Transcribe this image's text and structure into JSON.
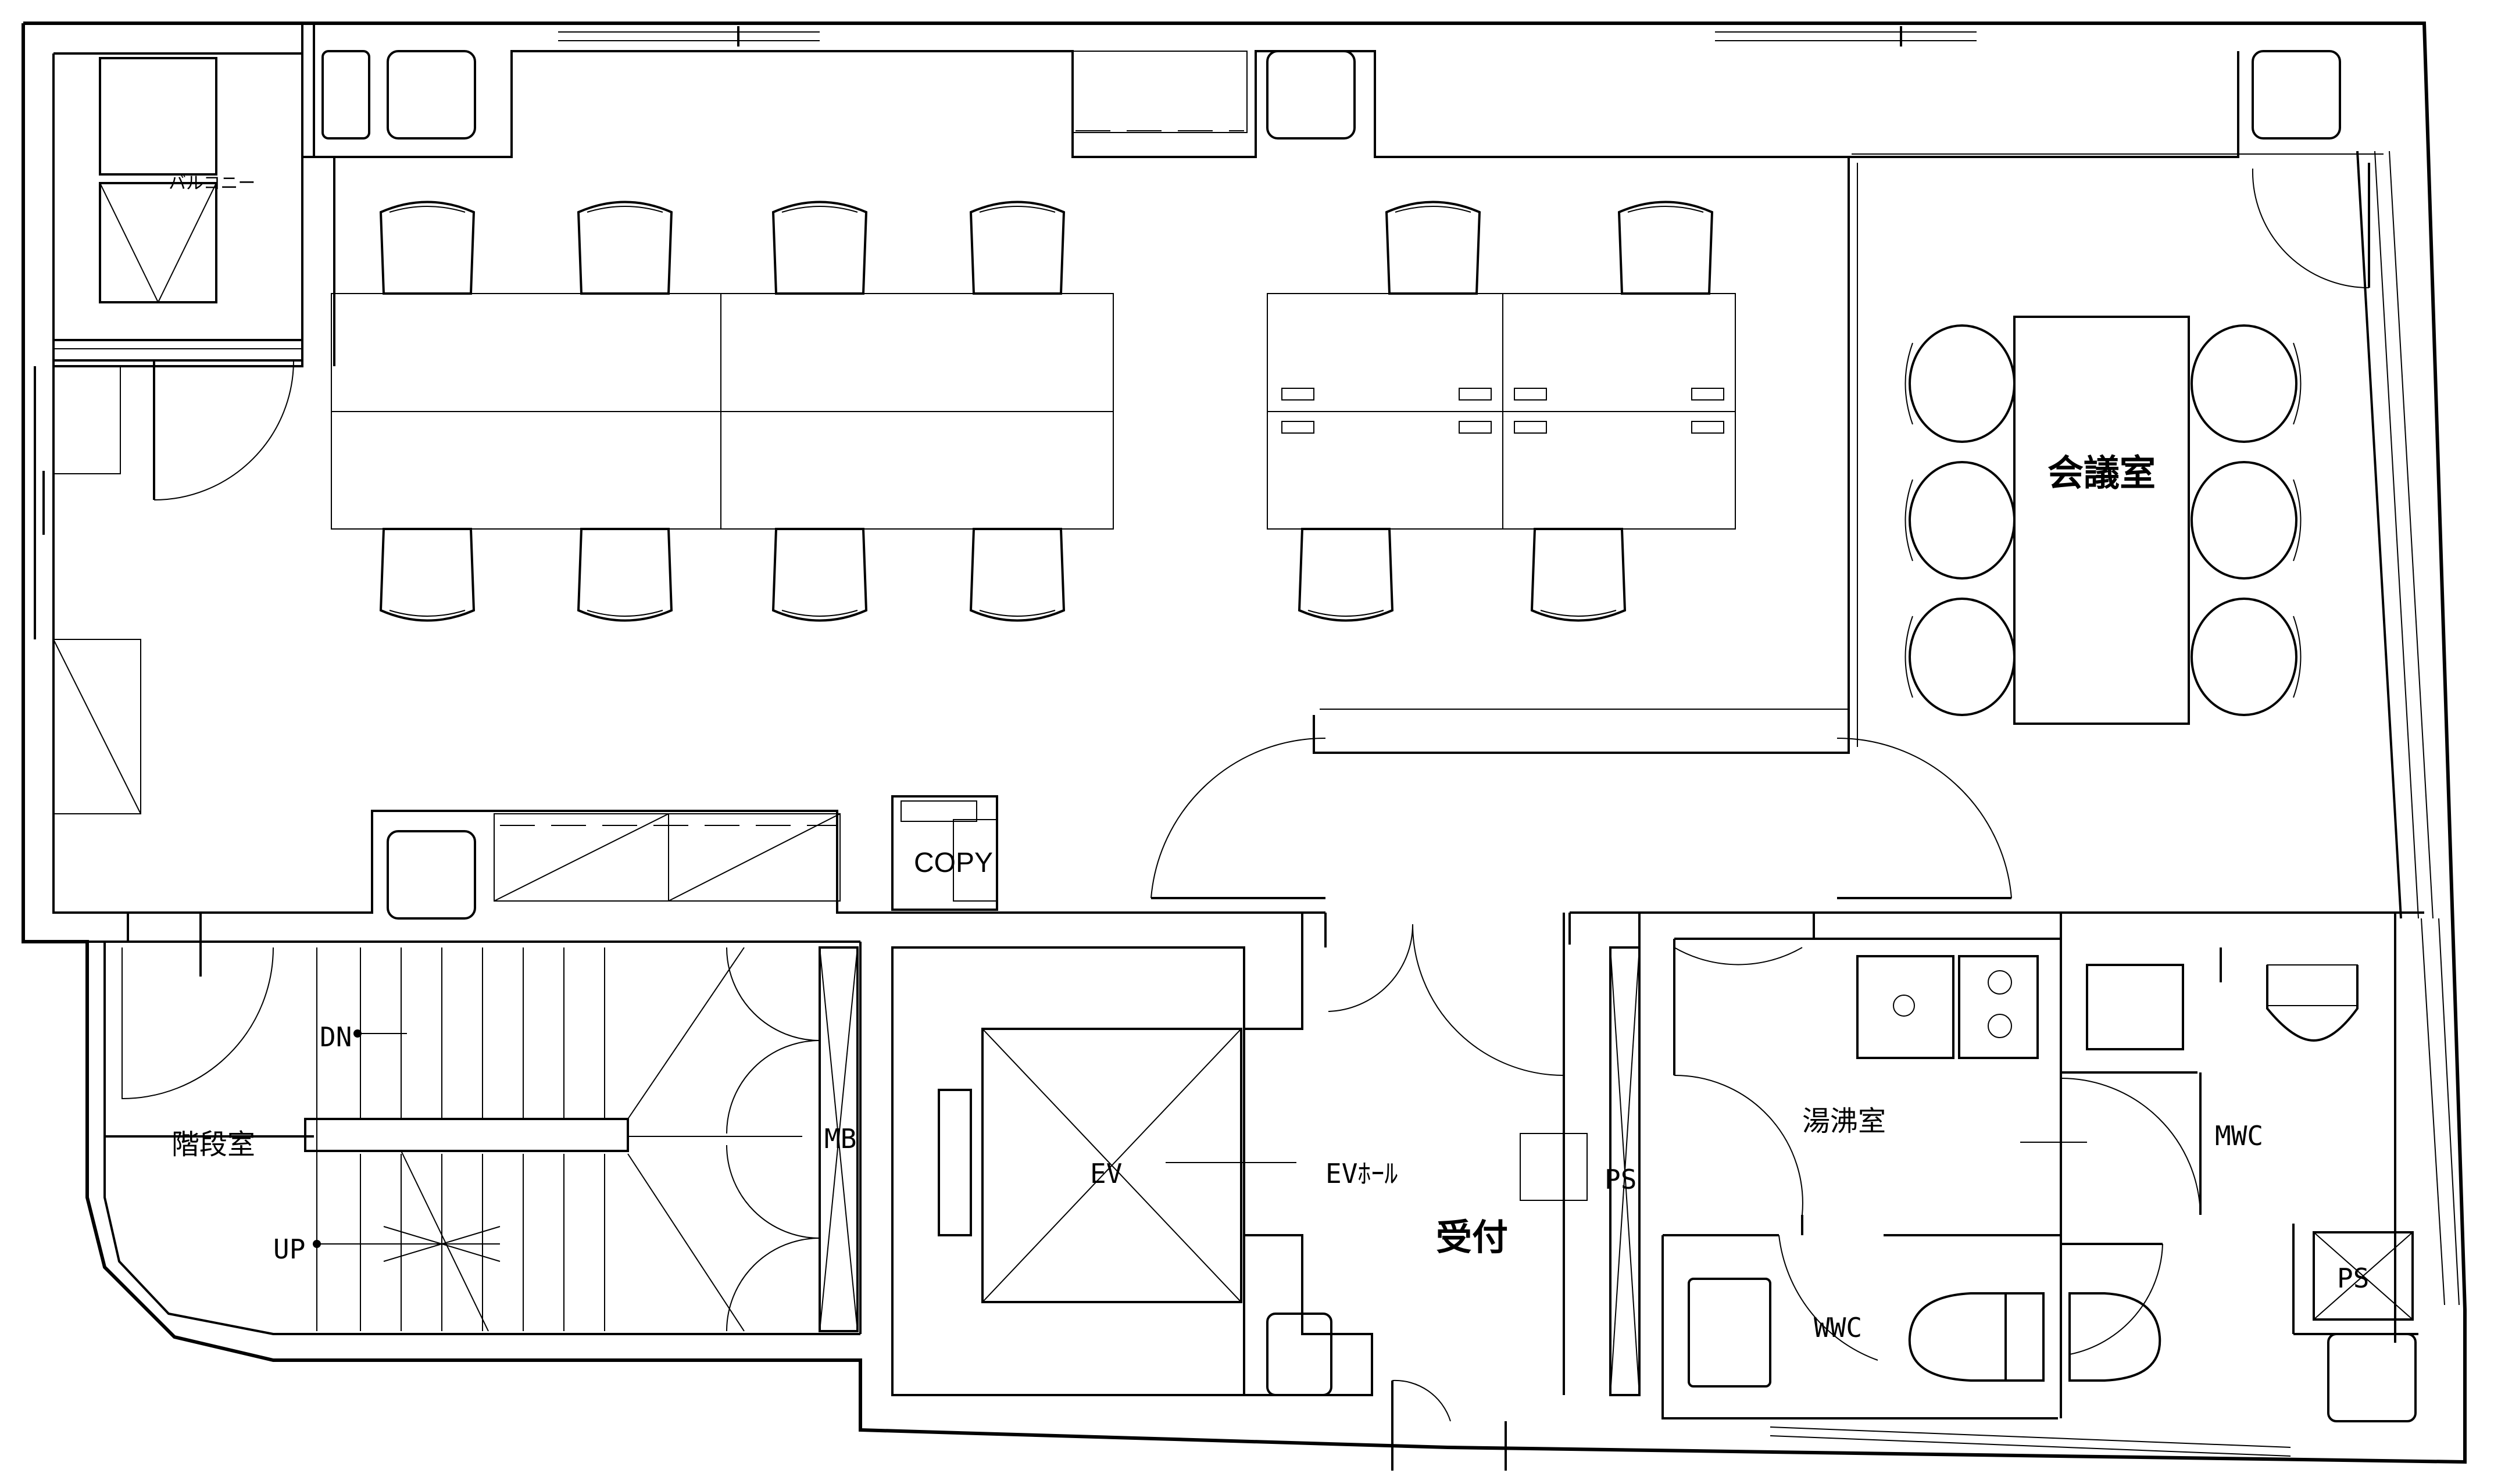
{
  "rooms": {
    "balcony": "バルコニー",
    "meeting_room": "会議室",
    "copy": "COPY",
    "stairwell": "階段室",
    "stair_down": "DN",
    "stair_up": "UP",
    "mb": "MB",
    "ev": "EV",
    "ev_hall": "EVﾎｰﾙ",
    "reception": "受付",
    "ps": "PS",
    "kitchenette": "湯沸室",
    "mwc": "MWC",
    "wwc": "WWC",
    "ps_small": "PS"
  },
  "colors": {
    "line": "#000000",
    "background": "#ffffff"
  }
}
